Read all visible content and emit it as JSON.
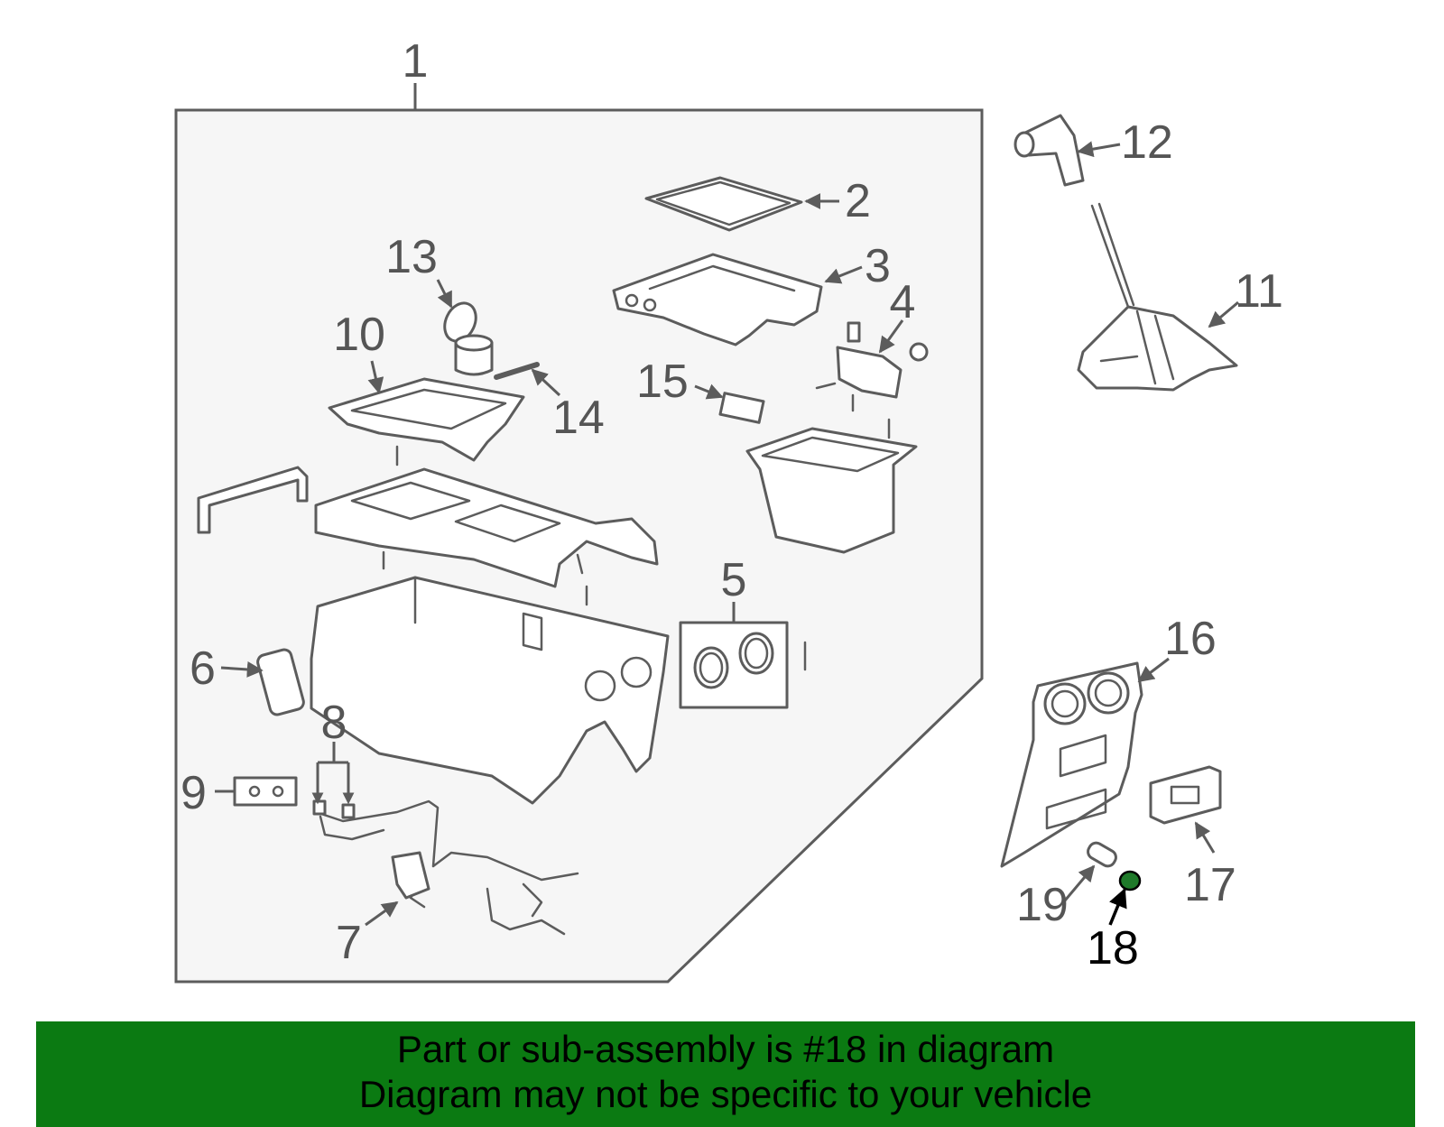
{
  "callouts": [
    "1",
    "2",
    "3",
    "4",
    "5",
    "6",
    "7",
    "8",
    "9",
    "10",
    "11",
    "12",
    "13",
    "14",
    "15",
    "16",
    "17",
    "18",
    "19"
  ],
  "highlight": {
    "callout": "18",
    "color": "#1f7a2a"
  },
  "banner": {
    "line1": "Part or sub-assembly is #18 in diagram",
    "line2": "Diagram may not be specific to your vehicle",
    "background": "#0b7a12"
  }
}
